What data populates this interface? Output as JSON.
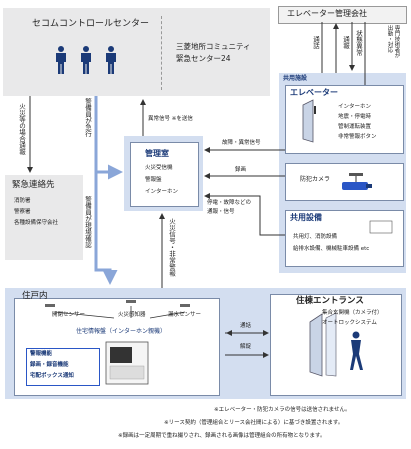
{
  "control_center": {
    "title": "セコムコントロールセンター",
    "mitsubishi_line1": "三菱地所コミュニティ",
    "mitsubishi_line2": "緊急センター24"
  },
  "elevator_company": {
    "title": "エレベーター管理会社",
    "edge_call": "通話",
    "edge_abnormal": "通報",
    "edge_status": "状態異常",
    "edge_tech": "専門技術者が",
    "edge_tech2": "出動・対応"
  },
  "shared_facility": {
    "label": "共用施設",
    "elevator_title": "エレベーター",
    "elevator_items": [
      "インターホン",
      "地震・停電時",
      "管制運転装置",
      "非常警報ボタン"
    ],
    "camera_label": "防犯カメラ",
    "equipment_title": "共用設備",
    "equipment_items": [
      "共用灯、消防設備",
      "給排水設備、機械駐車設備 etc"
    ]
  },
  "management_room": {
    "title": "管理室",
    "items": [
      "火災受信機",
      "警報盤",
      "インターホン"
    ]
  },
  "emergency_contacts": {
    "title": "緊急連絡先",
    "items": [
      "消防署",
      "警察署",
      "各種設備保守会社"
    ]
  },
  "arrows": {
    "fire_report": "火災等の場合通報",
    "guard_dispatch": "警備員が急行",
    "guard_confirm": "警備員が現場確認",
    "abnormal_send": "異常信号 ※を送信",
    "fault_signal": "故障・異常信号",
    "recording": "録画",
    "outage_signal1": "停電・故障などの",
    "outage_signal2": "通報・信号",
    "fire_signal": "火災信号・非常警報",
    "call": "通話",
    "unlock": "解錠"
  },
  "dwelling": {
    "title": "住戸内",
    "sensors": [
      "開閉センサー",
      "火災感知器",
      "漏水センサー"
    ],
    "panel_title": "住宅情報盤（インターホン親機）",
    "features": [
      "警報機能",
      "録画・録音機能",
      "宅配ボックス通知"
    ]
  },
  "entrance": {
    "title": "住棟エントランス",
    "line1": "集合玄関機（カメラ付）",
    "line2": "オートロックシステム"
  },
  "notes": [
    "※エレベーター・防犯カメラの信号は送信されません。",
    "※リース契約（管理組合とリース会社間による）に基づき設置されます。",
    "※録画は一定周期で重ね撮りされ、録画される画像は管理組合の所有物となります。"
  ]
}
